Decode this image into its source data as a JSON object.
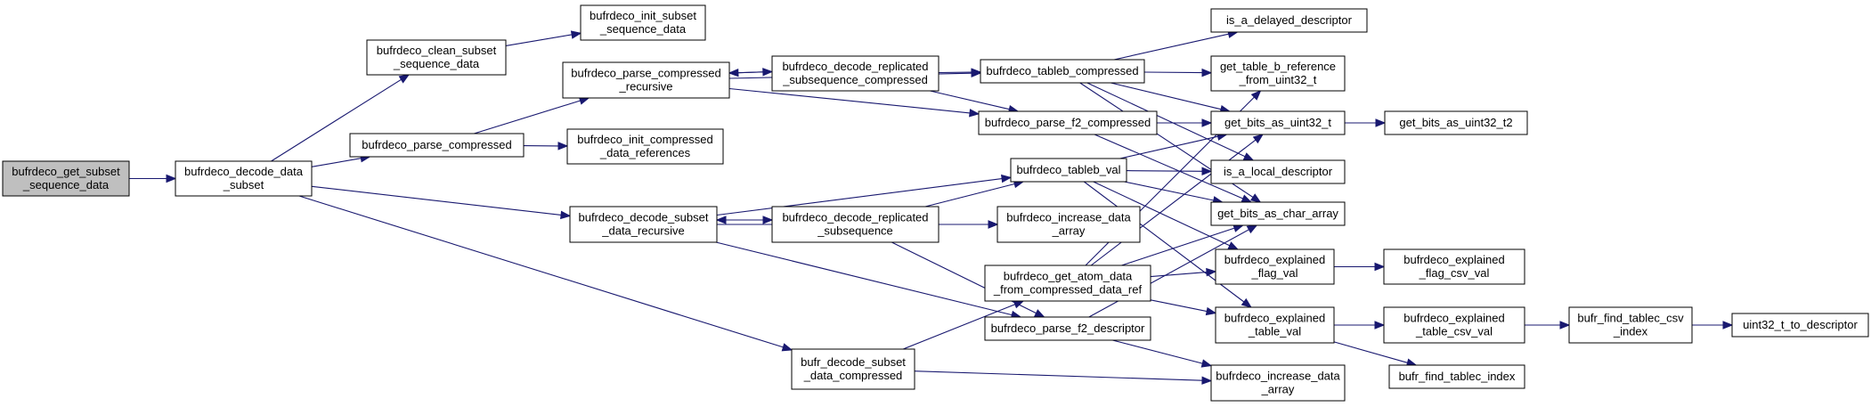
{
  "diagram": {
    "type": "call-graph",
    "colors": {
      "edge": "#191970",
      "root_fill": "#bfbfbf",
      "node_fill": "#ffffff",
      "node_border": "#000000"
    },
    "nodes": [
      {
        "id": "n0",
        "lines": [
          "bufrdeco_get_subset",
          "_sequence_data"
        ],
        "root": true
      },
      {
        "id": "n1",
        "lines": [
          "bufrdeco_decode_data",
          "_subset"
        ]
      },
      {
        "id": "n2",
        "lines": [
          "bufrdeco_clean_subset",
          "_sequence_data"
        ]
      },
      {
        "id": "n3",
        "lines": [
          "bufrdeco_init_subset",
          "_sequence_data"
        ]
      },
      {
        "id": "n4",
        "lines": [
          "bufrdeco_parse_compressed"
        ]
      },
      {
        "id": "n5",
        "lines": [
          "bufrdeco_parse_compressed",
          "_recursive"
        ]
      },
      {
        "id": "n6",
        "lines": [
          "bufrdeco_init_compressed",
          "_data_references"
        ]
      },
      {
        "id": "n7",
        "lines": [
          "bufrdeco_decode_replicated",
          "_subsequence_compressed"
        ]
      },
      {
        "id": "n8",
        "lines": [
          "bufrdeco_tableb_compressed"
        ]
      },
      {
        "id": "n9",
        "lines": [
          "is_a_delayed_descriptor"
        ]
      },
      {
        "id": "n10",
        "lines": [
          "get_table_b_reference",
          "_from_uint32_t"
        ]
      },
      {
        "id": "n11",
        "lines": [
          "bufrdeco_parse_f2_compressed"
        ]
      },
      {
        "id": "n12",
        "lines": [
          "get_bits_as_uint32_t"
        ]
      },
      {
        "id": "n13",
        "lines": [
          "get_bits_as_uint32_t2"
        ]
      },
      {
        "id": "n14",
        "lines": [
          "is_a_local_descriptor"
        ]
      },
      {
        "id": "n15",
        "lines": [
          "get_bits_as_char_array"
        ]
      },
      {
        "id": "n16",
        "lines": [
          "bufrdeco_decode_subset",
          "_data_recursive"
        ]
      },
      {
        "id": "n17",
        "lines": [
          "bufrdeco_decode_replicated",
          "_subsequence"
        ]
      },
      {
        "id": "n18",
        "lines": [
          "bufrdeco_tableb_val"
        ]
      },
      {
        "id": "n19",
        "lines": [
          "bufrdeco_increase_data",
          "_array"
        ]
      },
      {
        "id": "n20",
        "lines": [
          "bufrdeco_get_atom_data",
          "_from_compressed_data_ref"
        ]
      },
      {
        "id": "n21",
        "lines": [
          "bufrdeco_parse_f2_descriptor"
        ]
      },
      {
        "id": "n22",
        "lines": [
          "bufrdeco_explained",
          "_flag_val"
        ]
      },
      {
        "id": "n23",
        "lines": [
          "bufrdeco_explained",
          "_flag_csv_val"
        ]
      },
      {
        "id": "n24",
        "lines": [
          "bufrdeco_explained",
          "_table_val"
        ]
      },
      {
        "id": "n25",
        "lines": [
          "bufrdeco_explained",
          "_table_csv_val"
        ]
      },
      {
        "id": "n26",
        "lines": [
          "bufr_find_tablec_csv",
          "_index"
        ]
      },
      {
        "id": "n27",
        "lines": [
          "uint32_t_to_descriptor"
        ]
      },
      {
        "id": "n28",
        "lines": [
          "bufr_find_tablec_index"
        ]
      },
      {
        "id": "n29",
        "lines": [
          "bufr_decode_subset",
          "_data_compressed"
        ]
      },
      {
        "id": "n30",
        "lines": [
          "bufrdeco_increase_data",
          "_array"
        ]
      }
    ],
    "edges": [
      [
        "n0",
        "n1"
      ],
      [
        "n1",
        "n2"
      ],
      [
        "n1",
        "n4"
      ],
      [
        "n1",
        "n16"
      ],
      [
        "n1",
        "n29"
      ],
      [
        "n2",
        "n3"
      ],
      [
        "n4",
        "n5"
      ],
      [
        "n4",
        "n6"
      ],
      [
        "n5",
        "n7"
      ],
      [
        "n5",
        "n8"
      ],
      [
        "n5",
        "n11"
      ],
      [
        "n7",
        "n5"
      ],
      [
        "n7",
        "n8"
      ],
      [
        "n7",
        "n11"
      ],
      [
        "n8",
        "n9"
      ],
      [
        "n8",
        "n10"
      ],
      [
        "n8",
        "n12"
      ],
      [
        "n8",
        "n14"
      ],
      [
        "n8",
        "n15"
      ],
      [
        "n11",
        "n12"
      ],
      [
        "n11",
        "n15"
      ],
      [
        "n12",
        "n13"
      ],
      [
        "n16",
        "n17"
      ],
      [
        "n16",
        "n18"
      ],
      [
        "n16",
        "n19"
      ],
      [
        "n16",
        "n21"
      ],
      [
        "n17",
        "n16"
      ],
      [
        "n17",
        "n18"
      ],
      [
        "n17",
        "n19"
      ],
      [
        "n17",
        "n21"
      ],
      [
        "n18",
        "n12"
      ],
      [
        "n18",
        "n14"
      ],
      [
        "n18",
        "n15"
      ],
      [
        "n18",
        "n22"
      ],
      [
        "n18",
        "n24"
      ],
      [
        "n20",
        "n10"
      ],
      [
        "n20",
        "n12"
      ],
      [
        "n20",
        "n15"
      ],
      [
        "n20",
        "n22"
      ],
      [
        "n20",
        "n24"
      ],
      [
        "n21",
        "n15"
      ],
      [
        "n21",
        "n30"
      ],
      [
        "n22",
        "n23"
      ],
      [
        "n24",
        "n25"
      ],
      [
        "n24",
        "n28"
      ],
      [
        "n25",
        "n26"
      ],
      [
        "n26",
        "n27"
      ],
      [
        "n29",
        "n20"
      ],
      [
        "n29",
        "n30"
      ]
    ]
  }
}
